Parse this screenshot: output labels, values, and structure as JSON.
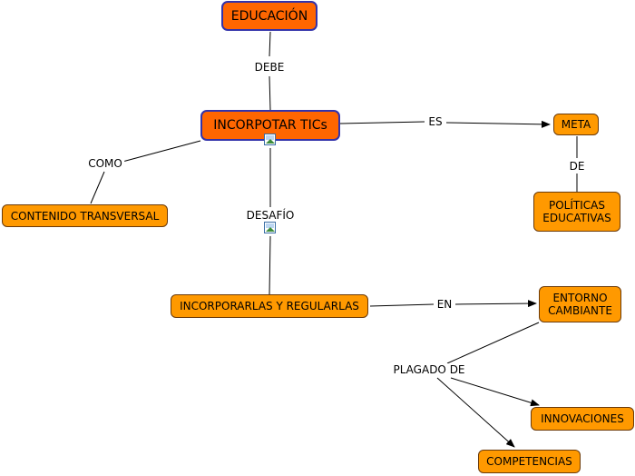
{
  "nodes": {
    "educacion": "EDUCACIÓN",
    "incorporar_tics": "INCORPOTAR TICs",
    "meta": "META",
    "politicas": "POLÍTICAS\nEDUCATIVAS",
    "contenido": "CONTENIDO TRANSVERSAL",
    "incorporarlas": "INCORPORARLAS Y REGULARLAS",
    "entorno": "ENTORNO\nCAMBIANTE",
    "innovaciones": "INNOVACIONES",
    "competencias": "COMPETENCIAS"
  },
  "links": {
    "debe": "DEBE",
    "es": "ES",
    "de": "DE",
    "como": "COMO",
    "desafio": "DESAFÍO",
    "en": "EN",
    "plagado_de": "PLAGADO DE"
  },
  "icons": [
    "image-icon",
    "image-icon"
  ],
  "colors": {
    "main_node": "#ff6600",
    "node": "#ff9900",
    "main_border": "#3333aa"
  }
}
